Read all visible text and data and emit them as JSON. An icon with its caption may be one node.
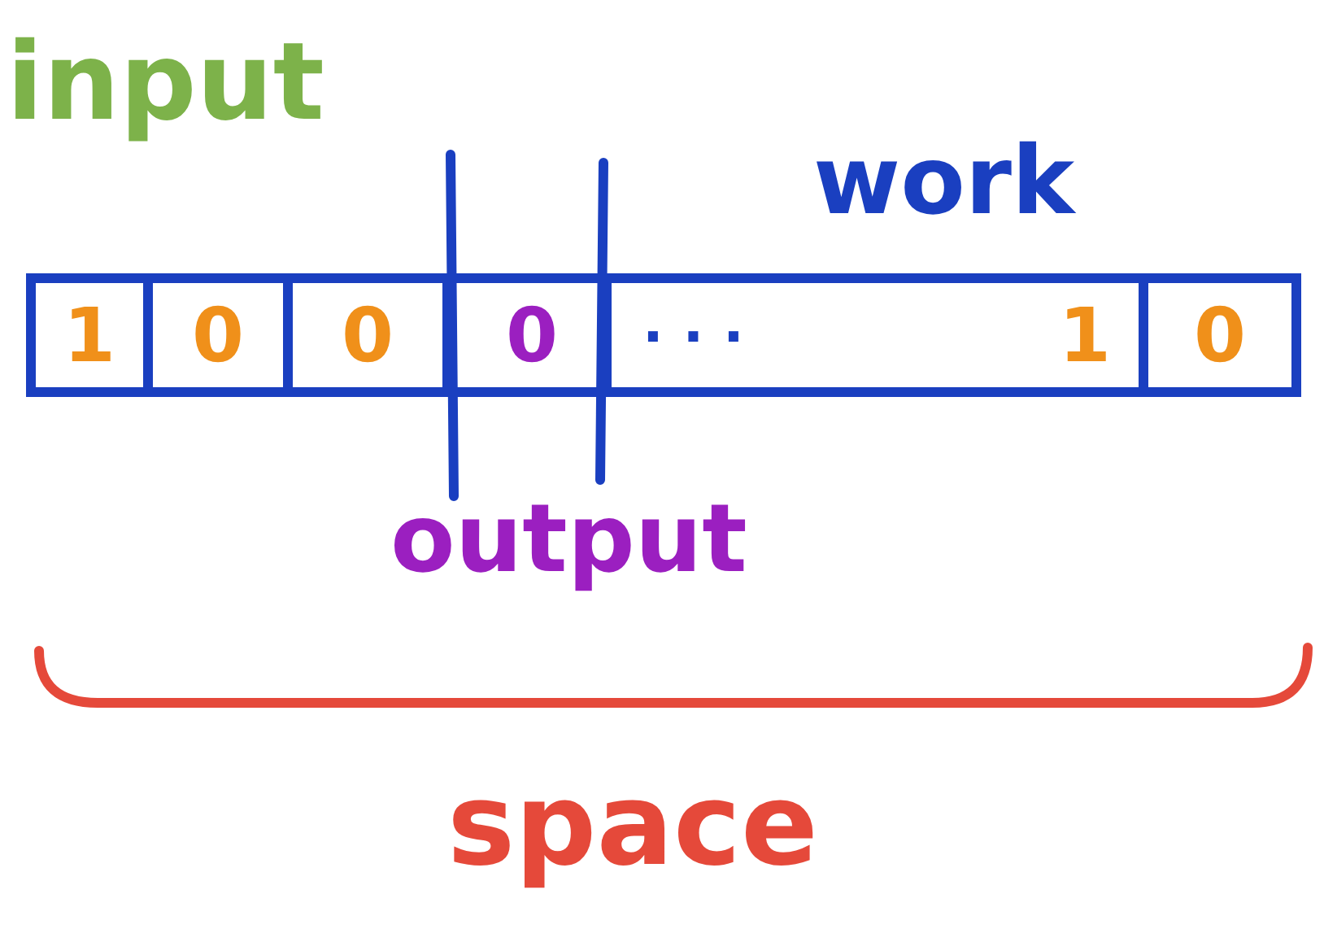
{
  "diagram": {
    "nodes": [
      {
        "text": [
          "1"
        ]
      },
      {
        "text": [
          "0"
        ]
      },
      {
        "text": [
          "0"
        ]
      },
      {
        "text": [
          "0"
        ]
      },
      {
        "text": [
          "1"
        ]
      },
      {
        "text": [
          "0"
        ]
      }
    ],
    "labels": [
      "input",
      "work",
      ". . .",
      "output",
      "space"
    ]
  }
}
